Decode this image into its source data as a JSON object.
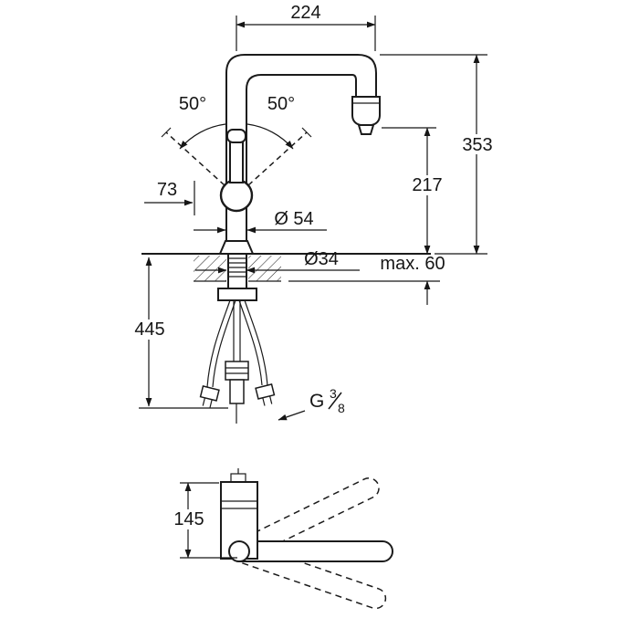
{
  "figure": {
    "type": "technical-dimension-drawing",
    "subject": "kitchen faucet with pull-out spray, side view and plan view",
    "colors": {
      "line": "#1b1b1b",
      "background": "#ffffff"
    },
    "labels": {
      "dim_224": "224",
      "dim_353": "353",
      "dim_217": "217",
      "angle_left": "50°",
      "angle_right": "50°",
      "dim_73": "73",
      "dia_54": "Ø 54",
      "dia_34": "Ø34",
      "max_60": "max. 60",
      "dim_445": "445",
      "dim_145": "145",
      "thread_g": "G",
      "thread_numerator": "3",
      "thread_denominator": "8"
    }
  }
}
